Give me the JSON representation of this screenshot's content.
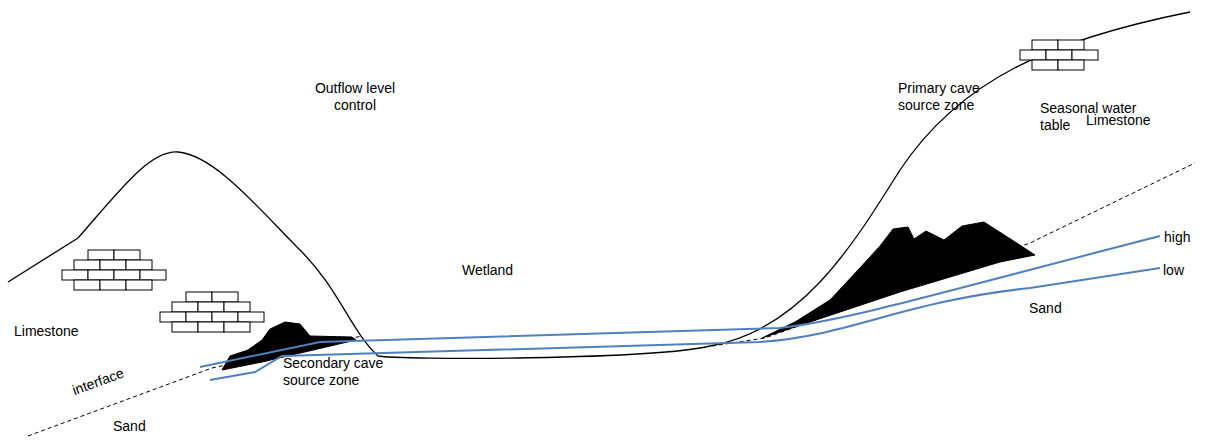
{
  "diagram": {
    "labels": [
      "Limestone",
      "Limestone",
      "interface",
      "Sand",
      "Secondary cave source zone",
      "Outflow level control",
      "Wetland",
      "Primary cave source zone",
      "Seasonal water table",
      "high",
      "low",
      "Sand"
    ]
  }
}
